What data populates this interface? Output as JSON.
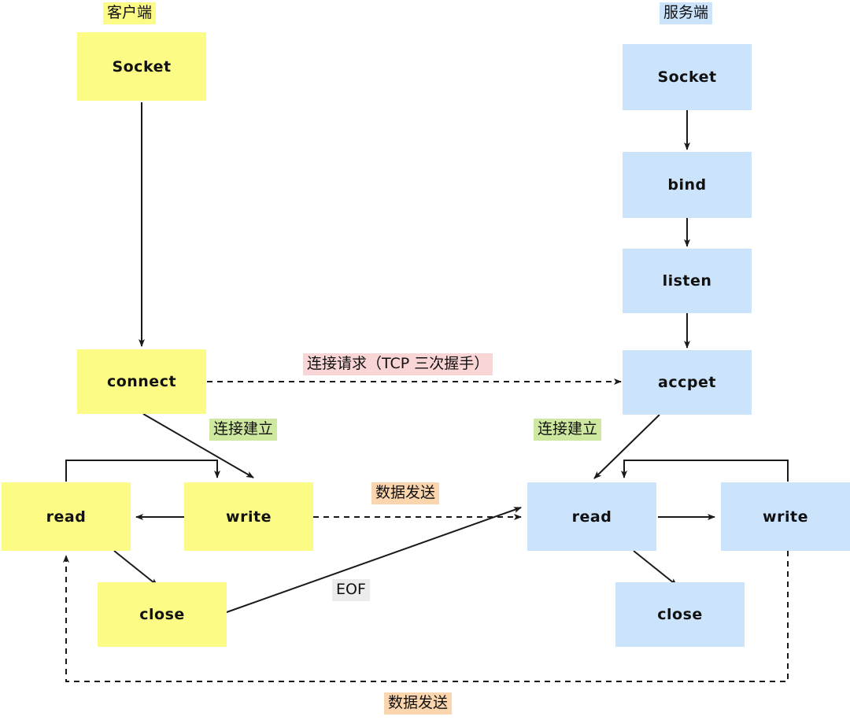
{
  "diagram": {
    "title_client": "客户端",
    "title_server": "服务端",
    "client": {
      "socket": "Socket",
      "connect": "connect",
      "read": "read",
      "write": "write",
      "close": "close"
    },
    "server": {
      "socket": "Socket",
      "bind": "bind",
      "listen": "listen",
      "accept": "accpet",
      "read": "read",
      "write": "write",
      "close": "close"
    },
    "labels": {
      "connect_request": "连接请求（TCP 三次握手）",
      "conn_established_client": "连接建立",
      "conn_established_server": "连接建立",
      "data_send_top": "数据发送",
      "eof": "EOF",
      "data_send_bottom": "数据发送"
    },
    "colors": {
      "client_fill": "#fbfb85",
      "server_fill": "#cbe3fb",
      "green_tag": "#cfe8a0",
      "pink_tag": "#fad5d5",
      "orange_tag": "#fbd5ad",
      "grey_tag": "#ececec",
      "stroke": "#1a1a1a",
      "background": "#ffffff"
    }
  }
}
